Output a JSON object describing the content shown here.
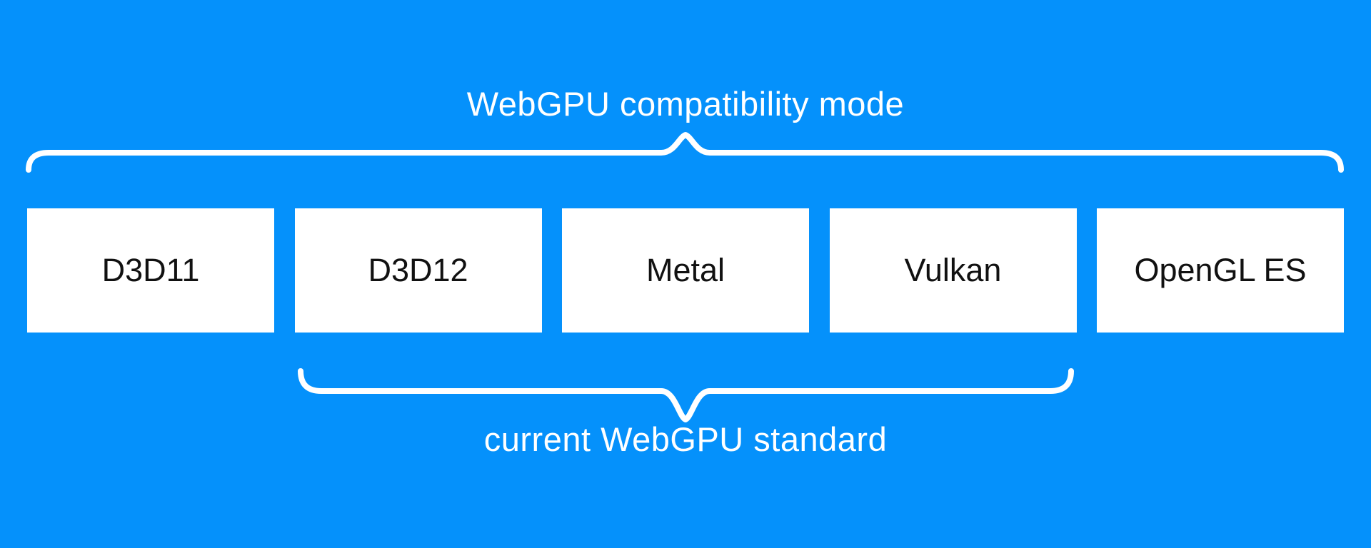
{
  "diagram": {
    "top_brace_label": "WebGPU compatibility mode",
    "bottom_brace_label": "current WebGPU standard",
    "boxes": [
      {
        "label": "D3D11"
      },
      {
        "label": "D3D12"
      },
      {
        "label": "Metal"
      },
      {
        "label": "Vulkan"
      },
      {
        "label": "OpenGL ES"
      }
    ]
  },
  "colors": {
    "background": "#0591fb",
    "foreground": "#ffffff",
    "box_fill": "#ffffff",
    "box_text": "#111111"
  }
}
